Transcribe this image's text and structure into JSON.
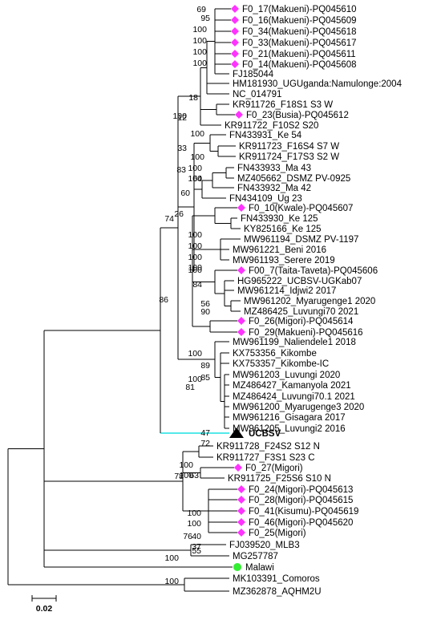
{
  "tips": [
    {
      "label": "F0_17(Makueni)-PQ045610",
      "marker": "diamond"
    },
    {
      "label": "F0_16(Makueni)-PQ045609",
      "marker": "diamond"
    },
    {
      "label": "F0_34(Makueni)-PQ045618",
      "marker": "diamond"
    },
    {
      "label": "F0_33(Makueni)-PQ045617",
      "marker": "diamond"
    },
    {
      "label": "F0_21(Makueni)-PQ045611",
      "marker": "diamond"
    },
    {
      "label": "F0_14(Makueni)-PQ045608",
      "marker": "diamond"
    },
    {
      "label": "FJ185044"
    },
    {
      "label": "HM181930_UGUganda:Namulonge:2004"
    },
    {
      "label": "NC_014791"
    },
    {
      "label": "KR911726_F18S1 S3 W"
    },
    {
      "label": "F0_23(Busia)-PQ045612",
      "marker": "diamond"
    },
    {
      "label": "KR911722_F10S2 S20"
    },
    {
      "label": "FN433931_Ke 54"
    },
    {
      "label": "KR911723_F16S4 S7 W"
    },
    {
      "label": "KR911724_F17S3 S2 W"
    },
    {
      "label": "FN433933_Ma 43"
    },
    {
      "label": "MZ405662_DSMZ PV-0925"
    },
    {
      "label": "FN433932_Ma 42"
    },
    {
      "label": "FN434109_Ug 23"
    },
    {
      "label": "F0_10(Kwale)-PQ045607",
      "marker": "diamond"
    },
    {
      "label": "FN433930_Ke 125"
    },
    {
      "label": "KY825166_Ke 125"
    },
    {
      "label": "MW961194_DSMZ PV-1197"
    },
    {
      "label": "MW961221_Beni 2016"
    },
    {
      "label": "MW961193_Serere 2019"
    },
    {
      "label": "F00_7(Taita-Taveta)-PQ045606",
      "marker": "diamond"
    },
    {
      "label": "HG965222_UCBSV-UGKab07"
    },
    {
      "label": "MW961214_Idjwi2 2017"
    },
    {
      "label": "MW961202_Myarugenge1 2020"
    },
    {
      "label": "MZ486425_Luvungi70 2021"
    },
    {
      "label": "F0_26(Migori)-PQ045614",
      "marker": "diamond"
    },
    {
      "label": "F0_29(Makueni)-PQ045616",
      "marker": "diamond"
    },
    {
      "label": "MW961199_Naliendele1 2018"
    },
    {
      "label": "KX753356_Kikombe"
    },
    {
      "label": "KX753357_Kikombe-IC"
    },
    {
      "label": "MW961203_Luvungi 2020"
    },
    {
      "label": "MZ486427_Kamanyola 2021"
    },
    {
      "label": "MZ486424_Luvungi70.1 2021"
    },
    {
      "label": "MW961200_Myarugenge3 2020"
    },
    {
      "label": "MW961216_Gisagara 2017"
    },
    {
      "label": "MW961205_Luvungi2 2016"
    },
    {
      "label": "UCBSV",
      "marker": "triangle",
      "bold": true
    },
    {
      "label": "KR911728_F24S2 S12 N"
    },
    {
      "label": "KR911727_F3S1 S23 C"
    },
    {
      "label": "F0_27(Migori)",
      "marker": "diamond"
    },
    {
      "label": "KR911725_F25S6 S10 N"
    },
    {
      "label": "F0_24(Migori)-PQ045613",
      "marker": "diamond"
    },
    {
      "label": "F0_28(Migori)-PQ045615",
      "marker": "diamond"
    },
    {
      "label": "F0_41(Kisumu)-PQ045619",
      "marker": "diamond"
    },
    {
      "label": "F0_46(Migori)-PQ045620",
      "marker": "diamond"
    },
    {
      "label": "F0_25(Migori)",
      "marker": "diamond"
    },
    {
      "label": "FJ039520_MLB3"
    },
    {
      "label": "MG257787"
    },
    {
      "label": "Malawi",
      "marker": "circle"
    },
    {
      "label": "MK103391_Comoros"
    },
    {
      "label": "MZ362878_AQHM2U"
    }
  ],
  "support_values": [
    "69",
    "95",
    "100",
    "100",
    "100",
    "100",
    "18",
    "12",
    "100",
    "33",
    "100",
    "100",
    "83",
    "54",
    "60",
    "100",
    "100",
    "26",
    "74",
    "100",
    "100",
    "84",
    "56",
    "90",
    "100",
    "86",
    "100",
    "89",
    "85",
    "81",
    "100",
    "47",
    "72",
    "100",
    "100",
    "78",
    "63",
    "100",
    "100",
    "40",
    "37",
    "55",
    "76",
    "100",
    "100",
    "100",
    "100"
  ],
  "scale_bar": {
    "label": "0.02"
  },
  "colors": {
    "diamond": "#ff33ff",
    "triangle": "#000000",
    "circle": "#33ee33",
    "ucbsv_branch": "#55e8e8"
  }
}
